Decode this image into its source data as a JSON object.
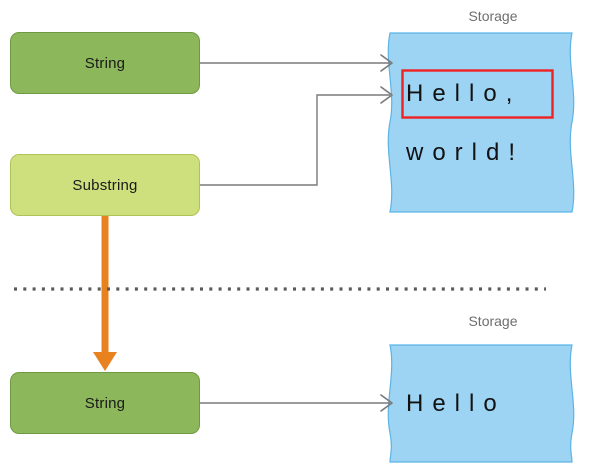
{
  "diagram": {
    "title_top": "Storage",
    "title_bottom": "Storage",
    "colors": {
      "string_box": "#8CB75A",
      "string_box_border": "#6F9A43",
      "substring_box": "#CEDF7E",
      "substring_box_border": "#AFC257",
      "storage_fill": "#9DD4F3",
      "storage_border": "#5BB4E5",
      "connector": "#7A7A7A",
      "highlight": "#EE2222",
      "mutation_arrow": "#E8821E",
      "divider": "#5A5A5A",
      "label_text": "#6E6E6E"
    },
    "top_scene": {
      "string_node": {
        "label": "String"
      },
      "substring_node": {
        "label": "Substring"
      },
      "storage": {
        "label": "Storage",
        "line_1": "Hello,",
        "line_2": "world!",
        "highlighted_text": "Hello"
      }
    },
    "bottom_scene": {
      "string_node": {
        "label": "String"
      },
      "storage": {
        "label": "Storage",
        "line_1": "Hello"
      }
    },
    "connectors": [
      {
        "name": "string-to-storage",
        "from": "String",
        "to": "Storage"
      },
      {
        "name": "substring-to-storage",
        "from": "Substring",
        "to": "Storage"
      },
      {
        "name": "substring-to-string-copy",
        "from": "Substring",
        "to": "String"
      },
      {
        "name": "string-to-storage-bottom",
        "from": "String",
        "to": "Storage"
      }
    ],
    "divider": {
      "name": "scene-divider",
      "style": "dotted"
    }
  }
}
